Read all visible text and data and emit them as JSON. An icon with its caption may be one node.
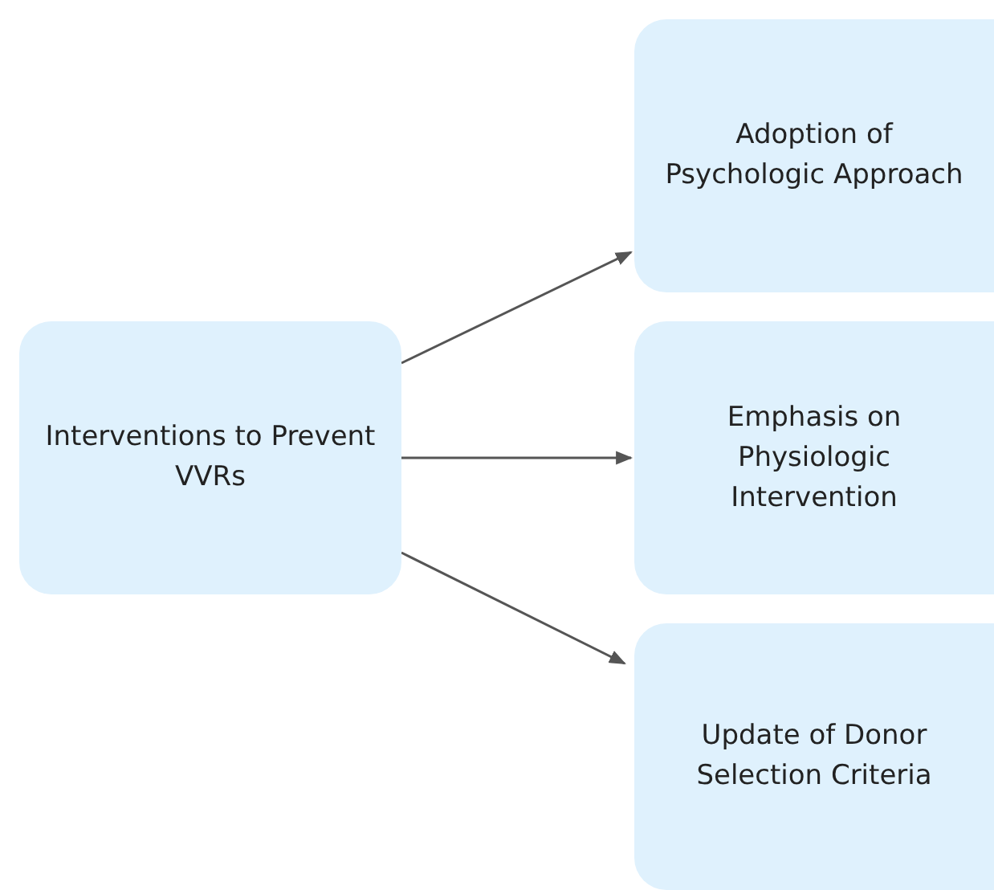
{
  "diagram": {
    "nodes": [
      {
        "text": [
          "Interventions to Prevent VVRs"
        ]
      },
      {
        "text": [
          "Adoption of Psychologic Approach"
        ]
      },
      {
        "text": [
          "Emphasis on Physiologic Intervention"
        ]
      },
      {
        "text": [
          "Update of Donor Selection Criteria"
        ]
      }
    ],
    "edges": [
      {
        "from": 0,
        "to": 1,
        "arrow": "to"
      },
      {
        "from": 0,
        "to": 2,
        "arrow": "to"
      },
      {
        "from": 0,
        "to": 3,
        "arrow": "to"
      }
    ]
  }
}
